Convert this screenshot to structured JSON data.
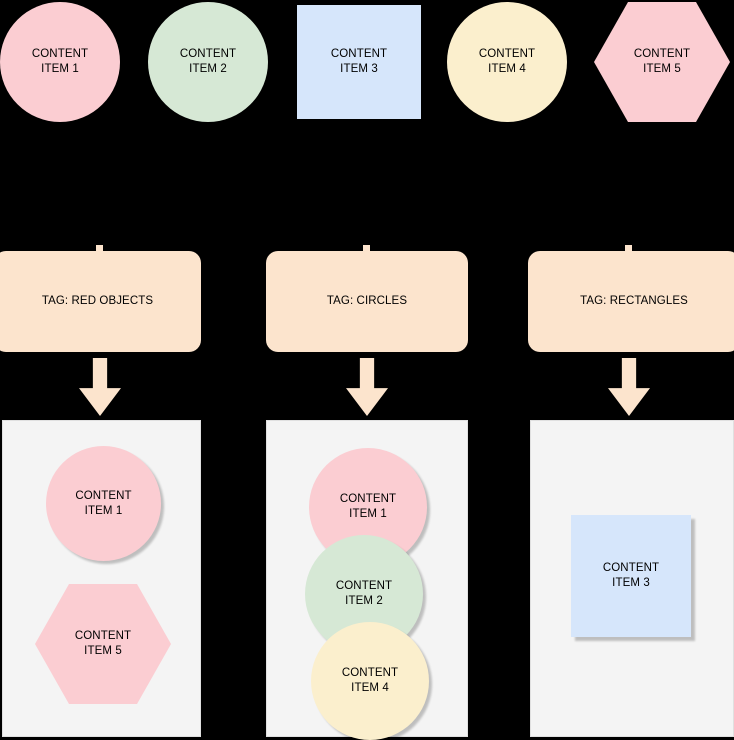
{
  "palette": {
    "background": "#000000",
    "pink": "#FBCDD2",
    "green": "#D6E8D5",
    "blue": "#D6E6FB",
    "yellow": "#FBEFCD",
    "tag_peach": "#FCE4CD",
    "panel_bg": "#F4F4F4",
    "panel_border": "#E0E0E0",
    "text": "#000000"
  },
  "source_items": [
    {
      "id": "src-1",
      "label": "CONTENT\nITEM 1",
      "shape": "circle",
      "color": "#FBCDD2",
      "shape_name": "circle-shape"
    },
    {
      "id": "src-2",
      "label": "CONTENT\nITEM 2",
      "shape": "circle",
      "color": "#D6E8D5",
      "shape_name": "circle-shape"
    },
    {
      "id": "src-3",
      "label": "CONTENT\nITEM 3",
      "shape": "rectangle",
      "color": "#D6E6FB",
      "shape_name": "rectangle-shape"
    },
    {
      "id": "src-4",
      "label": "CONTENT\nITEM 4",
      "shape": "circle",
      "color": "#FBEFCD",
      "shape_name": "circle-shape"
    },
    {
      "id": "src-5",
      "label": "CONTENT\nITEM 5",
      "shape": "hexagon",
      "color": "#FBCDD2",
      "shape_name": "hexagon-shape"
    }
  ],
  "tags": [
    {
      "id": "tag-0",
      "label": "TAG: RED OBJECTS",
      "color": "#FCE4CD"
    },
    {
      "id": "tag-1",
      "label": "TAG: CIRCLES",
      "color": "#FCE4CD"
    },
    {
      "id": "tag-2",
      "label": "TAG: RECTANGLES",
      "color": "#FCE4CD"
    }
  ],
  "arrows": [
    {
      "id": "arrow-0",
      "direction": "down",
      "color": "#FCE4CD"
    },
    {
      "id": "arrow-1",
      "direction": "down",
      "color": "#FCE4CD"
    },
    {
      "id": "arrow-2",
      "direction": "down",
      "color": "#FCE4CD"
    }
  ],
  "result_panels": [
    {
      "id": "panel-0",
      "for_tag": "TAG: RED OBJECTS",
      "items": [
        {
          "id": "r0-a",
          "label": "CONTENT\nITEM 1",
          "shape": "circle",
          "color": "#FBCDD2",
          "shape_name": "circle-shape"
        },
        {
          "id": "r0-b",
          "label": "CONTENT\nITEM 5",
          "shape": "hexagon",
          "color": "#FBCDD2",
          "shape_name": "hexagon-shape"
        }
      ]
    },
    {
      "id": "panel-1",
      "for_tag": "TAG: CIRCLES",
      "items": [
        {
          "id": "r1-a",
          "label": "CONTENT\nITEM 1",
          "shape": "circle",
          "color": "#FBCDD2",
          "shape_name": "circle-shape"
        },
        {
          "id": "r1-b",
          "label": "CONTENT\nITEM 2",
          "shape": "circle",
          "color": "#D6E8D5",
          "shape_name": "circle-shape"
        },
        {
          "id": "r1-c",
          "label": "CONTENT\nITEM 4",
          "shape": "circle",
          "color": "#FBEFCD",
          "shape_name": "circle-shape"
        }
      ]
    },
    {
      "id": "panel-2",
      "for_tag": "TAG: RECTANGLES",
      "items": [
        {
          "id": "r2-a",
          "label": "CONTENT\nITEM 3",
          "shape": "rectangle",
          "color": "#D6E6FB",
          "shape_name": "rectangle-shape"
        }
      ]
    }
  ]
}
